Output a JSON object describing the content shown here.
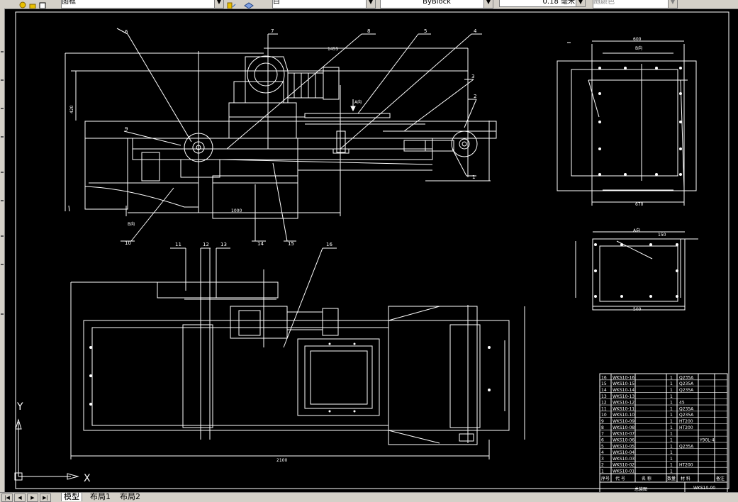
{
  "toolbar": {
    "layer_combo": "图框",
    "color_combo": "白",
    "linetype_combo": "ByBlock",
    "lineweight_combo": "0.18 毫米",
    "plotstyle_combo": "随颜色"
  },
  "tabs": [
    {
      "label": "模型",
      "active": true
    },
    {
      "label": "布局1",
      "active": false
    },
    {
      "label": "布局2",
      "active": false
    }
  ],
  "ucs": {
    "x_label": "X",
    "y_label": "Y"
  },
  "drawing": {
    "balloons_front": [
      "6",
      "7",
      "8",
      "5",
      "4",
      "3",
      "2",
      "1",
      "9",
      "10",
      "14",
      "15"
    ],
    "balloons_plan": [
      "11",
      "12",
      "13",
      "16"
    ],
    "dims": {
      "d1455": "1455",
      "d420": "420",
      "d1000": "1000",
      "d2100": "2100",
      "d600": "600",
      "d670": "670",
      "d500": "500",
      "d150": "150"
    },
    "view_label_top": "B向",
    "view_label_a": "A向",
    "view_label_a_arrow": "A向",
    "view_label_b_arrow": "B向"
  },
  "title_block": {
    "rows": [
      {
        "no": "16",
        "code": "WKS10-16",
        "name": "",
        "qty": "1",
        "material": "Q235A",
        "note": ""
      },
      {
        "no": "15",
        "code": "WKS10-15",
        "name": "",
        "qty": "1",
        "material": "Q235A",
        "note": ""
      },
      {
        "no": "14",
        "code": "WKS10-14",
        "name": "",
        "qty": "1",
        "material": "Q235A",
        "note": ""
      },
      {
        "no": "13",
        "code": "WKS10-13",
        "name": "",
        "qty": "1",
        "material": "",
        "note": ""
      },
      {
        "no": "12",
        "code": "WKS10-12",
        "name": "",
        "qty": "1",
        "material": "45",
        "note": ""
      },
      {
        "no": "11",
        "code": "WKS10-11",
        "name": "",
        "qty": "1",
        "material": "Q235A",
        "note": ""
      },
      {
        "no": "10",
        "code": "WKS10-10",
        "name": "",
        "qty": "1",
        "material": "Q235A",
        "note": ""
      },
      {
        "no": "9",
        "code": "WKS10-09",
        "name": "",
        "qty": "1",
        "material": "HT200",
        "note": ""
      },
      {
        "no": "8",
        "code": "WKS10-08",
        "name": "",
        "qty": "1",
        "material": "HT200",
        "note": ""
      },
      {
        "no": "7",
        "code": "WKS10-07",
        "name": "",
        "qty": "1",
        "material": "",
        "note": ""
      },
      {
        "no": "6",
        "code": "WKS10-06",
        "name": "",
        "qty": "1",
        "material": "",
        "note": "Y90L-4"
      },
      {
        "no": "5",
        "code": "WKS10-05",
        "name": "",
        "qty": "1",
        "material": "Q235A",
        "note": ""
      },
      {
        "no": "4",
        "code": "WKS10-04",
        "name": "",
        "qty": "1",
        "material": "",
        "note": ""
      },
      {
        "no": "3",
        "code": "WKS10-03",
        "name": "",
        "qty": "1",
        "material": "",
        "note": ""
      },
      {
        "no": "2",
        "code": "WKS10-02",
        "name": "",
        "qty": "1",
        "material": "HT200",
        "note": ""
      },
      {
        "no": "1",
        "code": "WKS10-01",
        "name": "",
        "qty": "1",
        "material": "",
        "note": ""
      }
    ],
    "header": {
      "no": "序号",
      "code": "代  号",
      "name": "名    称",
      "qty": "数量",
      "material": "材  料",
      "note": "备注"
    },
    "drawing_title": "总装图",
    "drawing_no": "WKS10-00"
  },
  "colors": {
    "canvas": "#000000",
    "lines": "#ffffff",
    "ui": "#d4d0c8"
  }
}
